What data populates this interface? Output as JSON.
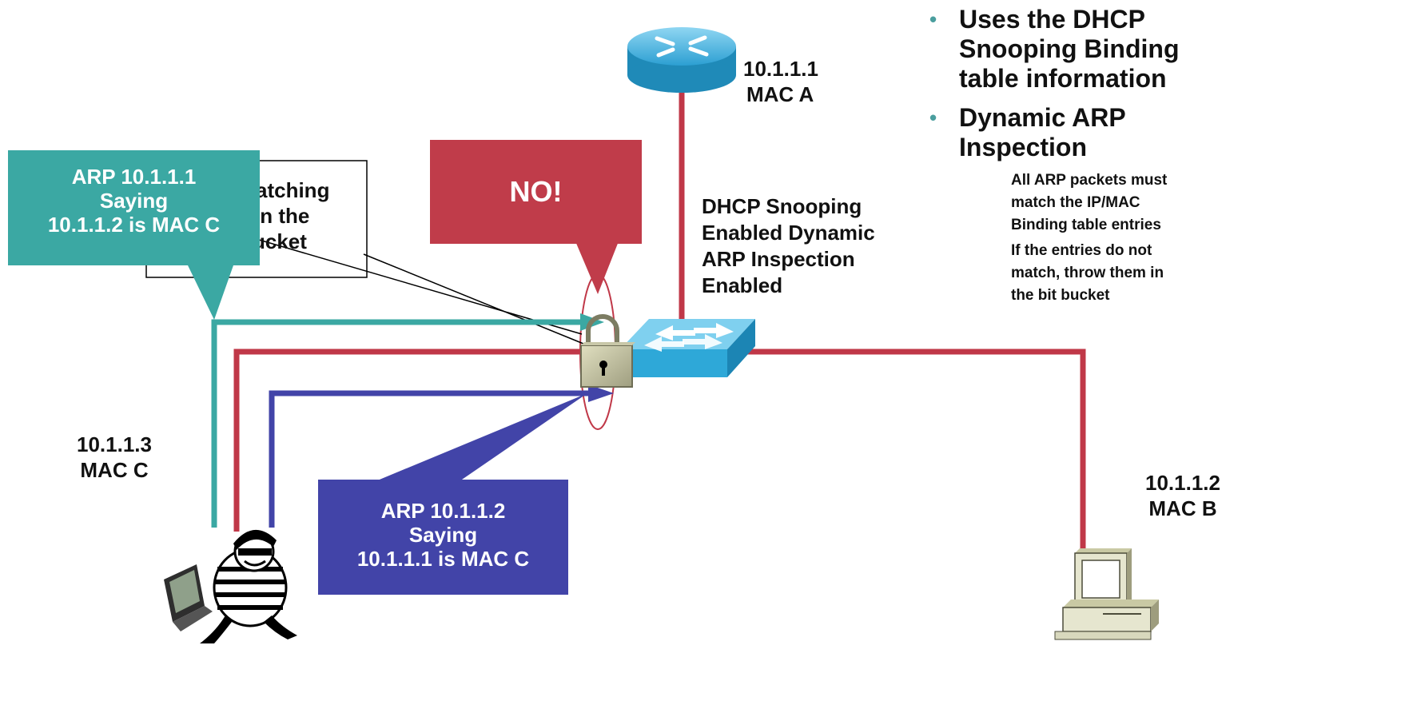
{
  "diagram": {
    "router_label": {
      "ip": "10.1.1.1",
      "mac": "MAC A"
    },
    "victim_label": {
      "ip": "10.1.1.2",
      "mac": "MAC B"
    },
    "attacker_label": {
      "ip": "10.1.1.3",
      "mac": "MAC C"
    },
    "switch_label": [
      "DHCP Snooping",
      "Enabled Dynamic",
      "ARP Inspection",
      "Enabled"
    ],
    "no_callout": "NO!",
    "bitbucket_box": [
      "atching",
      "in the",
      "ucket"
    ],
    "teal_callout": [
      "ARP 10.1.1.1",
      "Saying",
      "10.1.1.2 is MAC C"
    ],
    "blue_callout": [
      "ARP 10.1.1.2",
      "Saying",
      "10.1.1.1 is MAC C"
    ]
  },
  "notes": {
    "bullet1": [
      "Uses the DHCP",
      "Snooping Binding",
      "table information"
    ],
    "bullet2": [
      "Dynamic ARP",
      "Inspection"
    ],
    "sub1": [
      "All ARP packets must",
      "match the IP/MAC",
      "Binding table entries"
    ],
    "sub2": [
      "If the entries do not",
      "match, throw them in",
      "the bit bucket"
    ]
  },
  "colors": {
    "red_link": "#c03848",
    "teal": "#3ba8a3",
    "blue": "#4244a8",
    "switch_blue": "#2ea8d8",
    "bullet_dot": "#4a9e9e"
  }
}
